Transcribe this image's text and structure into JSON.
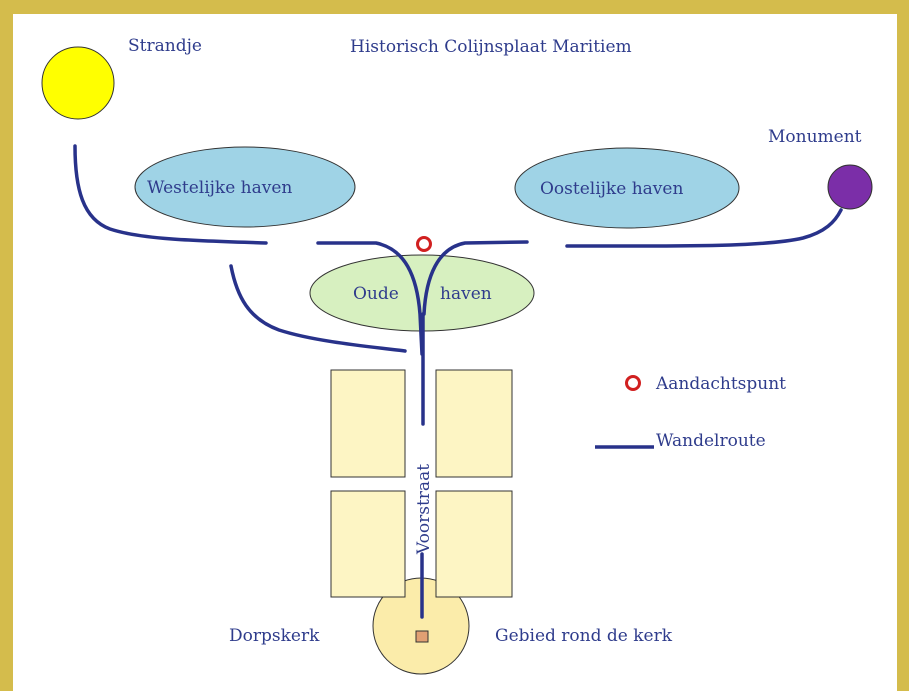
{
  "map": {
    "title": "Historisch Colijnsplaat Maritiem",
    "places": {
      "strandje": "Strandje",
      "monument": "Monument",
      "westelijke_haven": "Westelijke haven",
      "oostelijke_haven": "Oostelijke haven",
      "oude_haven_1": "Oude",
      "oude_haven_2": "haven",
      "voorstraat": "Voorstraat",
      "dorpskerk": "Dorpskerk",
      "gebied_kerk": "Gebied rond de kerk"
    },
    "legend": {
      "point_label": "Aandachtspunt",
      "route_label": "Wandelroute"
    },
    "colors": {
      "frame": "#d4bc4c",
      "strandje": "#ffff00",
      "monument": "#7b2ea8",
      "harbor_blue": "#9fd3e6",
      "oude_haven": "#d7f0c0",
      "blocks": "#fdf5c4",
      "route": "#28328a",
      "point": "#d12020",
      "church": "#e1a073"
    }
  }
}
